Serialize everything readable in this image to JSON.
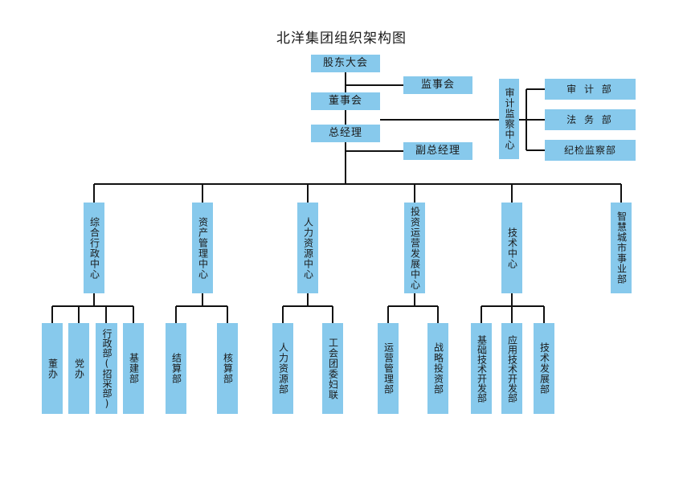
{
  "title": "北洋集团组织架构图",
  "colors": {
    "box": "#87c9ec",
    "line": "#111111"
  },
  "top": {
    "shareholders": "股东大会",
    "supervisors": "监事会",
    "board": "董事会",
    "gm": "总经理",
    "vice_gm": "副总经理"
  },
  "audit": {
    "center": "审计监察中心",
    "depts": [
      "审 计 部",
      "法 务 部",
      "纪检监察部"
    ]
  },
  "centers": [
    {
      "name": "综合行政中心",
      "depts": [
        "董办",
        "党办",
        "行政部(招采部)",
        "基建部"
      ]
    },
    {
      "name": "资产管理中心",
      "depts": [
        "结算部",
        "核算部"
      ]
    },
    {
      "name": "人力资源中心",
      "depts": [
        "人力资源部",
        "工会团委妇联"
      ]
    },
    {
      "name": "投资运营发展中心",
      "depts": [
        "运营管理部",
        "战略投资部"
      ]
    },
    {
      "name": "技术中心",
      "depts": [
        "基础技术开发部",
        "应用技术开发部",
        "技术发展部"
      ]
    },
    {
      "name": "智慧城市事业部",
      "depts": []
    }
  ]
}
